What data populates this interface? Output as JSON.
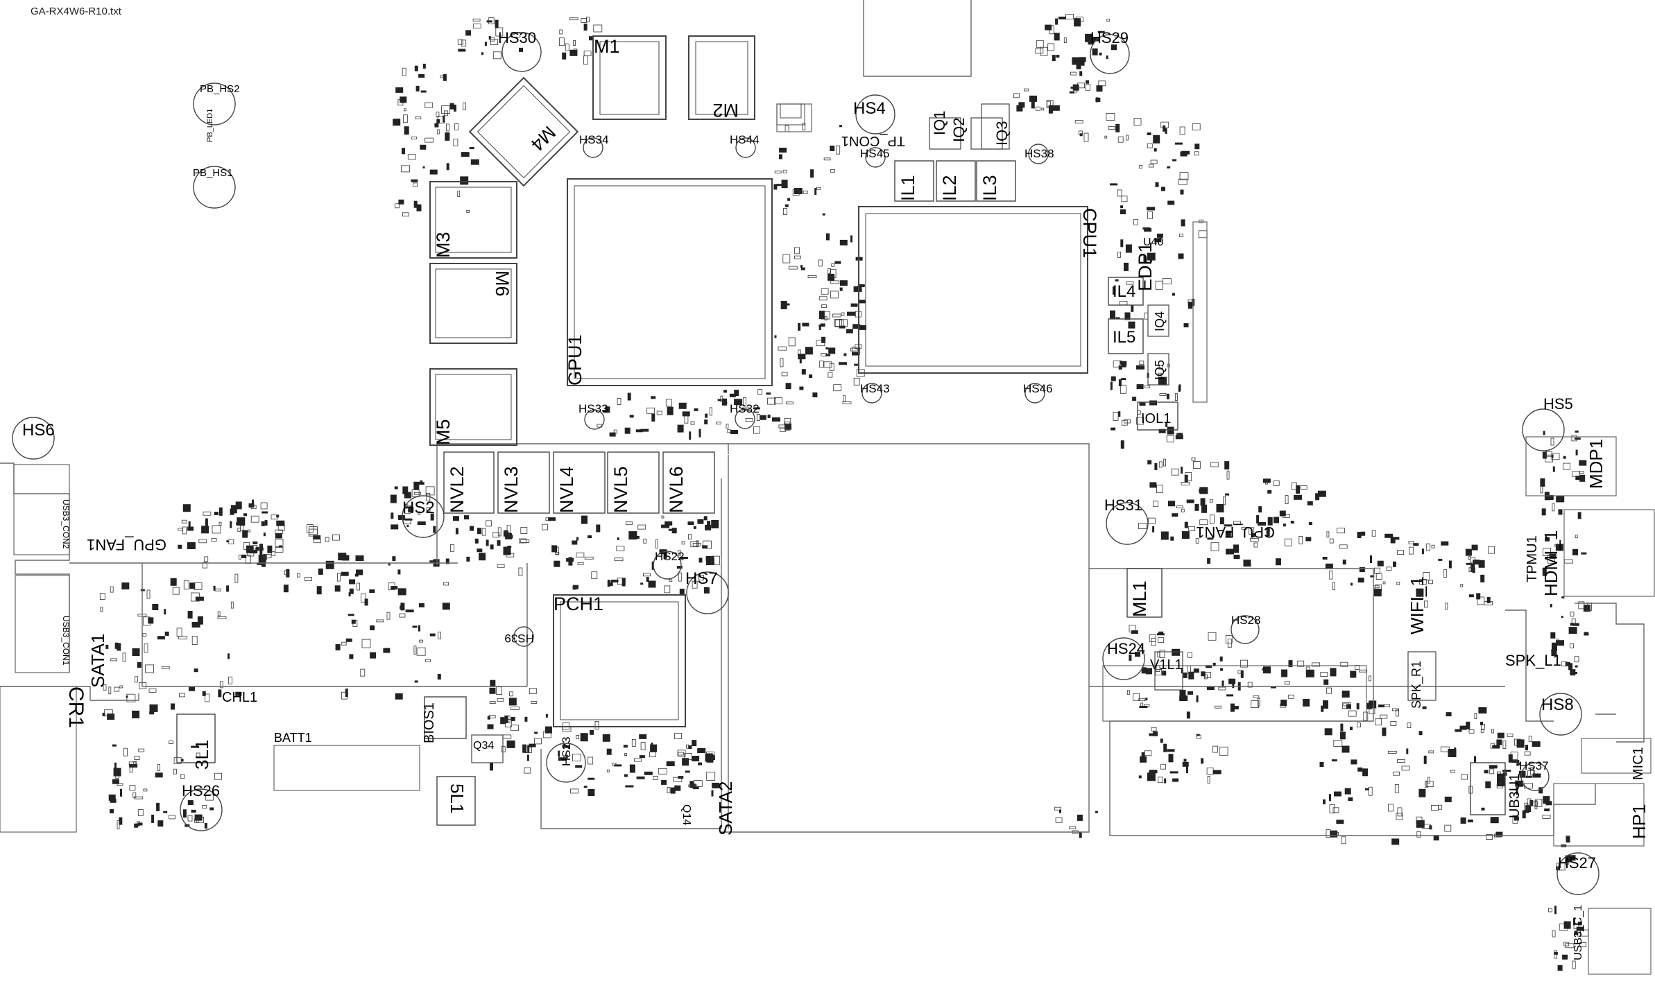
{
  "document": {
    "file_name": "GA-RX4W6-R10.txt"
  },
  "colors": {
    "background": "#ffffff",
    "ink": "#000000",
    "outline": "#555555",
    "fine": "#777777"
  },
  "labels": {
    "cpu": "CPU1",
    "gpu": "GPU1",
    "pch": "PCH1",
    "m1": "M1",
    "m2": "M2",
    "m3": "M3",
    "m4": "M4",
    "m5": "M5",
    "m6": "M6",
    "nvl2": "NVL2",
    "nvl3": "NVL3",
    "nvl4": "NVL4",
    "nvl5": "NVL5",
    "nvl6": "NVL6",
    "il1": "IL1",
    "il2": "IL2",
    "il3": "IL3",
    "il4": "IL4",
    "il5": "IL5",
    "iq1": "IQ1",
    "iq2": "IQ2",
    "iq3": "IQ3",
    "iq4": "IQ4",
    "iq5": "IQ5",
    "iol1": "IOL1",
    "hs2": "HS2",
    "hs4": "HS4",
    "hs5": "HS5",
    "hs6": "HS6",
    "hs7": "HS7",
    "hs8": "HS8",
    "hs22": "HS22",
    "hs23": "HS23",
    "hs24": "HS24",
    "hs26": "HS26",
    "hs27": "HS27",
    "hs28": "HS28",
    "hs29": "HS29",
    "hs30": "HS30",
    "hs31": "HS31",
    "hs32": "HS32",
    "hs33": "HS33",
    "hs34": "HS34",
    "hs37": "HS37",
    "hs38": "HS38",
    "hs39": "HS39",
    "hs43": "HS43",
    "hs44": "HS44",
    "hs45": "HS45",
    "hs46": "HS46",
    "pb_hs1": "PB_HS1",
    "pb_hs2": "PB_HS2",
    "pb_led1": "PB_LED1",
    "cr1": "CR1",
    "sata1": "SATA1",
    "sata2": "SATA2",
    "gpu_fan1": "GPU_FAN1",
    "cpu_fan1": "CPU_FAN1",
    "usb3_con1": "USB3_CON1",
    "usb3_con2": "USB3_CON2",
    "chl1": "CHL1",
    "batt1": "BATT1",
    "bios1": "BIOS1",
    "l3l1": "3L1",
    "l5l1": "5L1",
    "q34": "Q34",
    "q14": "Q14",
    "ml1": "ML1",
    "v1l1": "V1L1",
    "wifi1": "WIFI_1",
    "spk_r1": "SPK_R1",
    "spk_l1": "SPK_L1",
    "mdp1": "MDP1",
    "hdmi1": "HDMI_1",
    "tpmu1": "TPMU1",
    "edp1": "EDP1",
    "ub3u1": "UB3U1",
    "mic1": "MIC1",
    "hp1": "HP1",
    "usb3_c1": "USB3_C_1",
    "tp_con1": "TP_CON1",
    "u40": "U40"
  }
}
